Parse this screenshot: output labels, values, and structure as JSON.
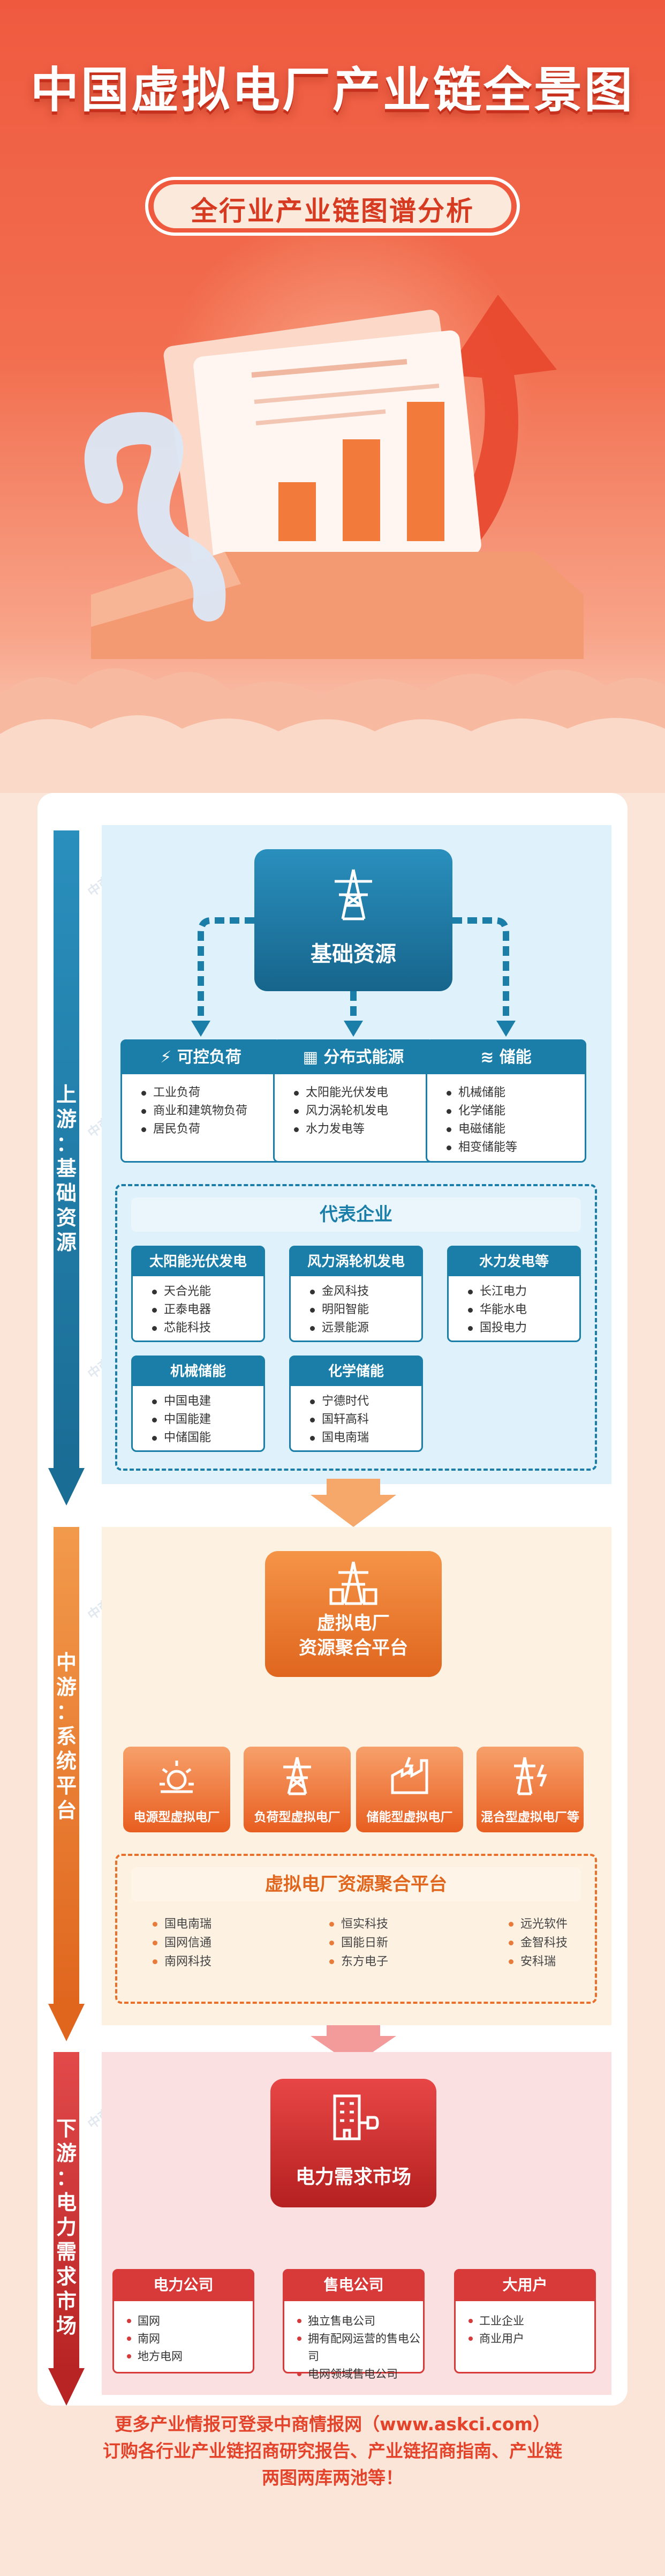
{
  "header": {
    "title": "中国虚拟电厂产业链全景图",
    "subtitle": "全行业产业链图谱分析"
  },
  "watermark": "中商产业研究院",
  "upstream": {
    "side_label": "上游：基础资源",
    "hub": "基础资源",
    "categories": [
      {
        "title": "可控负荷",
        "icon": "power-plug-icon",
        "items": [
          "工业负荷",
          "商业和建筑物负荷",
          "居民负荷"
        ]
      },
      {
        "title": "分布式能源",
        "icon": "solar-panel-icon",
        "items": [
          "太阳能光伏发电",
          "风力涡轮机发电",
          "水力发电等"
        ]
      },
      {
        "title": "储能",
        "icon": "layers-icon",
        "items": [
          "机械储能",
          "化学储能",
          "电磁储能",
          "相变储能等"
        ]
      }
    ],
    "enterprises_title": "代表企业",
    "enterprises": [
      {
        "title": "太阳能光伏发电",
        "items": [
          "天合光能",
          "正泰电器",
          "芯能科技"
        ]
      },
      {
        "title": "风力涡轮机发电",
        "items": [
          "金风科技",
          "明阳智能",
          "远景能源"
        ]
      },
      {
        "title": "水力发电等",
        "items": [
          "长江电力",
          "华能水电",
          "国投电力"
        ]
      },
      {
        "title": "机械储能",
        "items": [
          "中国电建",
          "中国能建",
          "中储国能"
        ]
      },
      {
        "title": "化学储能",
        "items": [
          "宁德时代",
          "国轩高科",
          "国电南瑞"
        ]
      }
    ]
  },
  "midstream": {
    "side_label": "中游：系统平台",
    "hub": "虚拟电厂\n资源聚合平台",
    "types": [
      {
        "label": "电源型虚拟电厂",
        "icon": "sun-icon"
      },
      {
        "label": "负荷型虚拟电厂",
        "icon": "power-tower-icon"
      },
      {
        "label": "储能型虚拟电厂",
        "icon": "factory-icon"
      },
      {
        "label": "混合型虚拟电厂等",
        "icon": "hybrid-tower-icon"
      }
    ],
    "platform_title": "虚拟电厂资源聚合平台",
    "companies": [
      [
        "国电南瑞",
        "国网信通",
        "南网科技"
      ],
      [
        "恒实科技",
        "国能日新",
        "东方电子"
      ],
      [
        "远光软件",
        "金智科技",
        "安科瑞"
      ]
    ]
  },
  "downstream": {
    "side_label": "下游：电力需求市场",
    "hub": "电力需求市场",
    "cards": [
      {
        "title": "电力公司",
        "items": [
          "国网",
          "南网",
          "地方电网"
        ]
      },
      {
        "title": "售电公司",
        "items": [
          "独立售电公司",
          "拥有配网运营的售电公司",
          "电网领域售电公司"
        ]
      },
      {
        "title": "大用户",
        "items": [
          "工业企业",
          "商业用户"
        ]
      }
    ]
  },
  "footer": {
    "line1": "更多产业情报可登录中商情报网（www.askci.com）",
    "line2": "订购各行业产业链招商研究报告、产业链招商指南、产业链",
    "line3": "两图两库两池等！"
  },
  "colors": {
    "upstream": "#1a7ea8",
    "midstream": "#e8702a",
    "downstream": "#cf2f2f",
    "title_red": "#ef5a3f"
  }
}
